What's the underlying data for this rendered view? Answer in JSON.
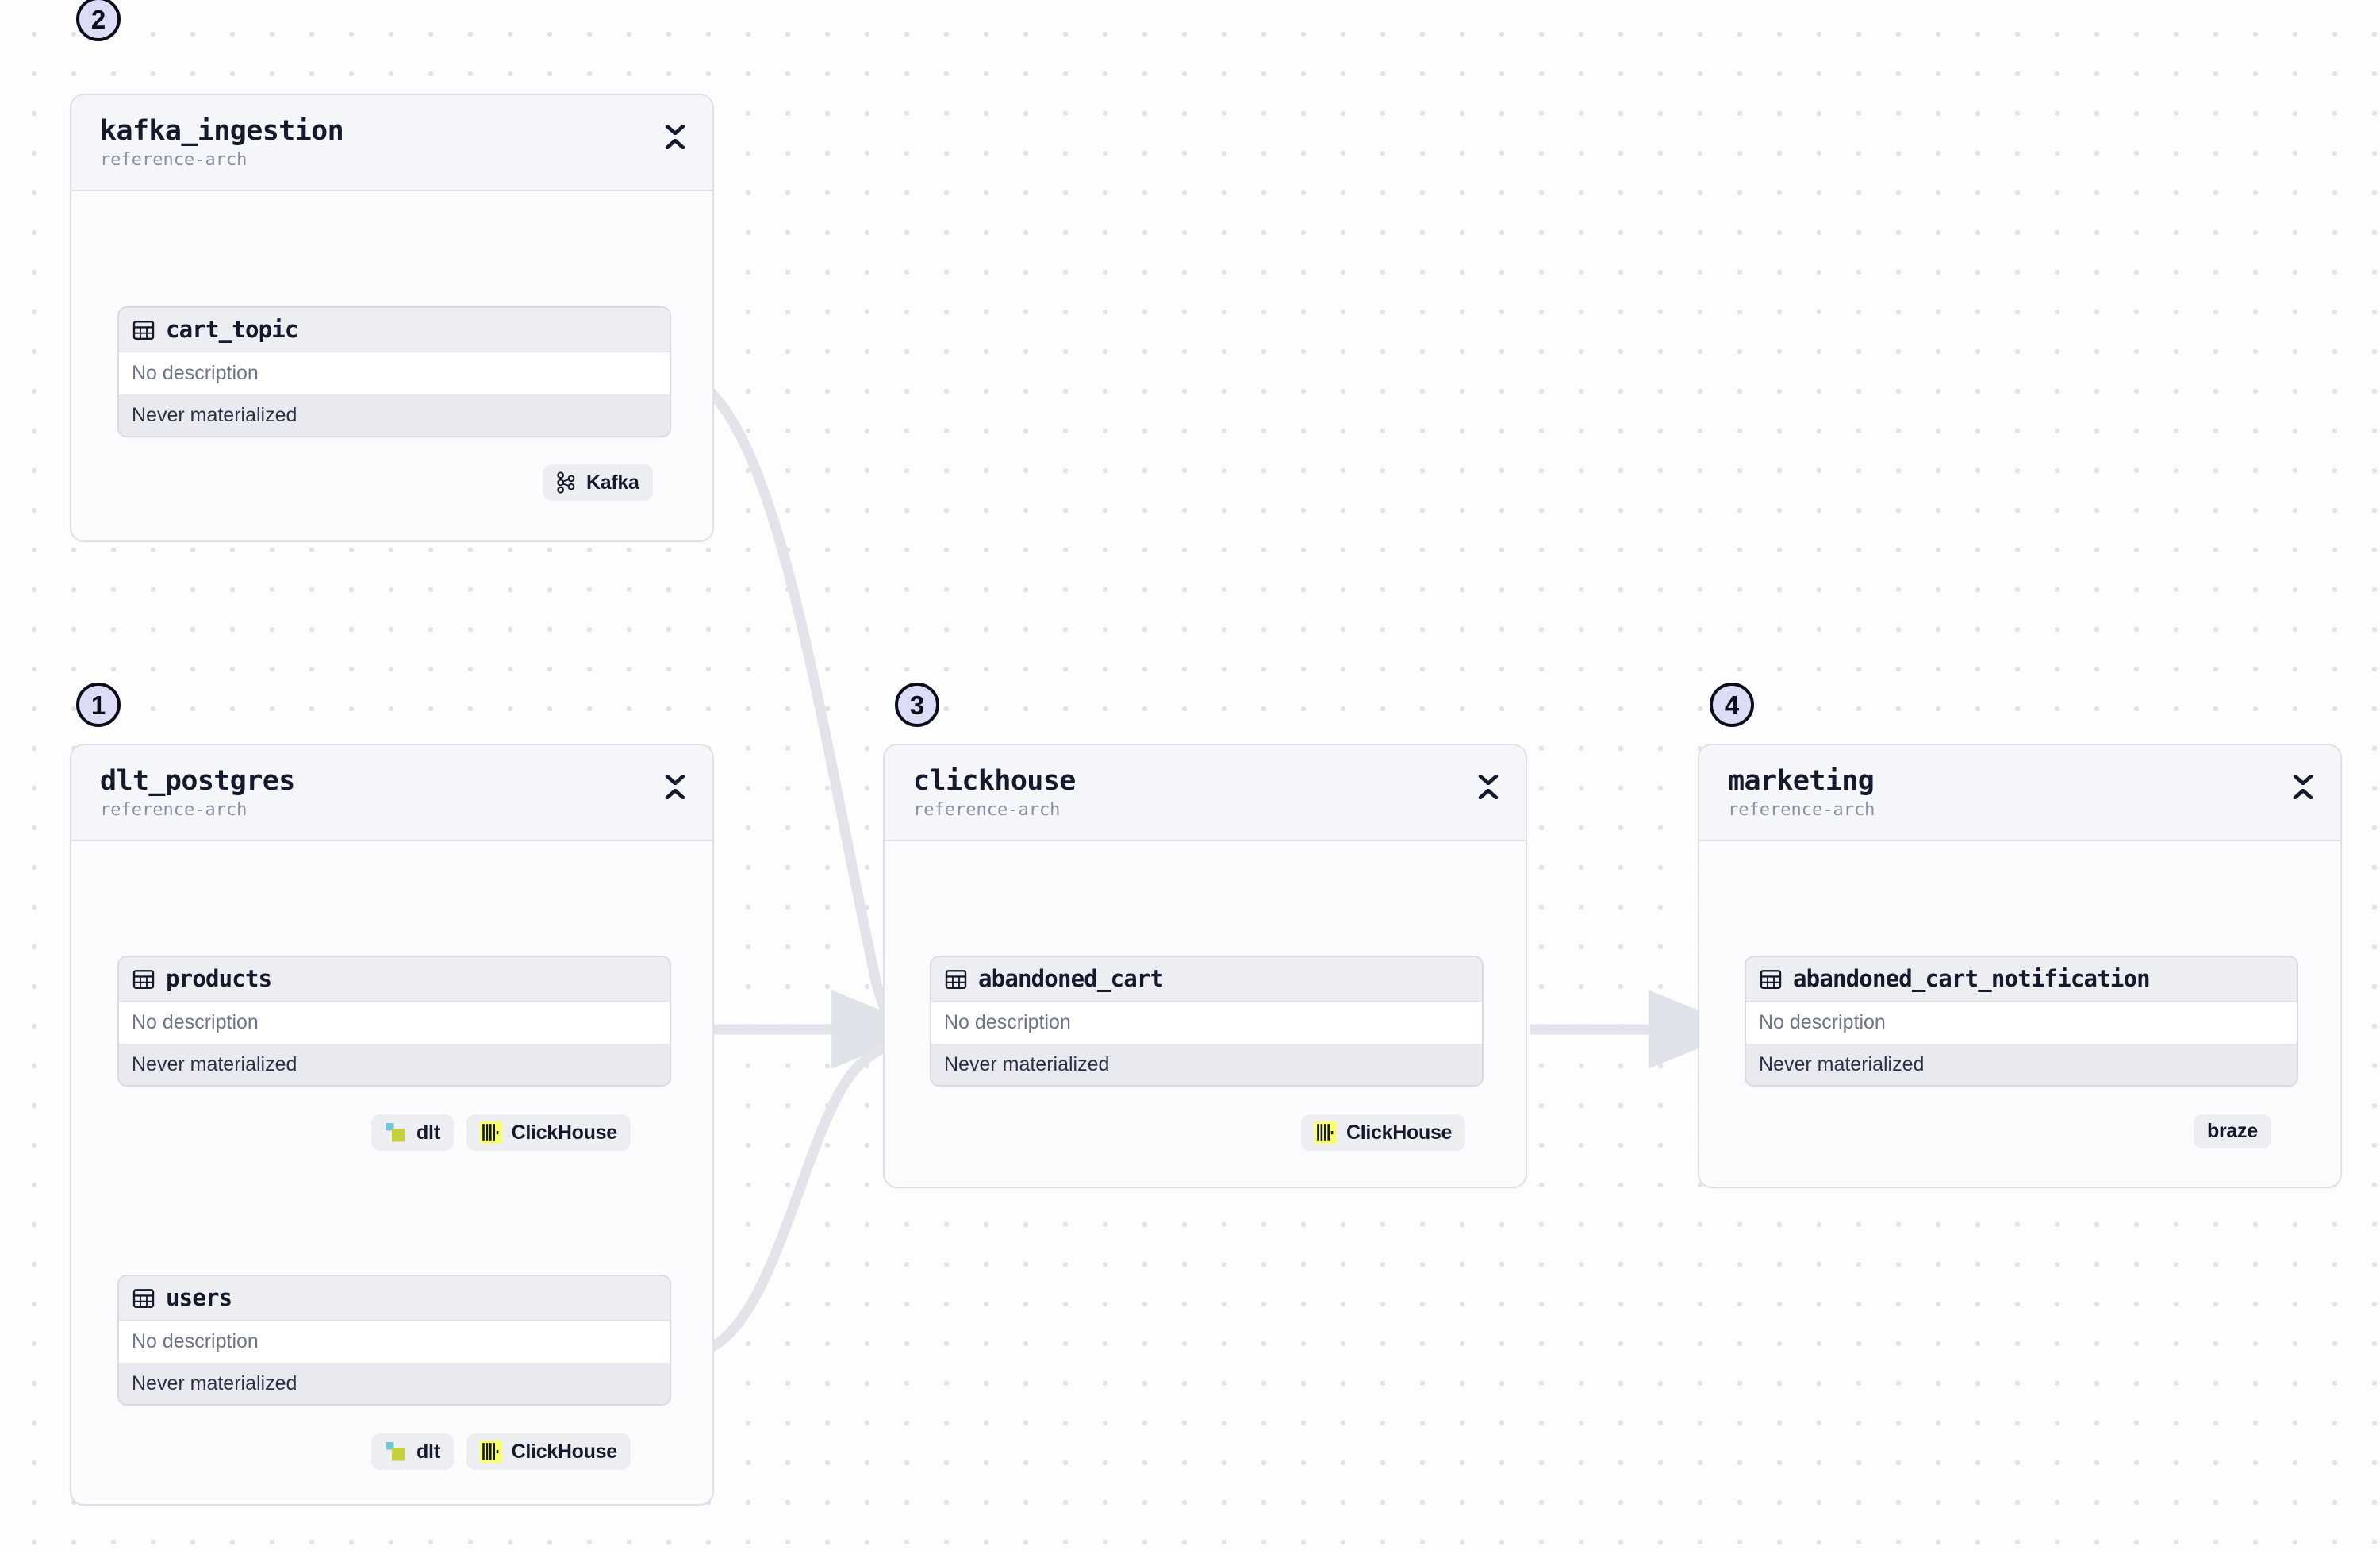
{
  "canvas": {
    "background_color": "#fdfdfe",
    "dot_grid_color": "#e2e3ea",
    "edge_color": "#e2e4ea"
  },
  "labels": {
    "no_description": "No description",
    "never_materialized": "Never materialized",
    "subtitle": "reference-arch"
  },
  "steps": [
    {
      "number": "1",
      "target": "dlt_postgres"
    },
    {
      "number": "2",
      "target": "kafka_ingestion"
    },
    {
      "number": "3",
      "target": "clickhouse"
    },
    {
      "number": "4",
      "target": "marketing"
    }
  ],
  "groups": [
    {
      "id": "kafka_ingestion",
      "title": "kafka_ingestion",
      "subtitle": "reference-arch",
      "collapse_icon": "collapse-vertical-icon",
      "tables": [
        {
          "id": "cart_topic",
          "name": "cart_topic",
          "icon": "table-icon",
          "description": "No description",
          "materialization": "Never materialized",
          "badges": [
            {
              "label": "Kafka",
              "icon": "kafka-icon"
            }
          ]
        }
      ]
    },
    {
      "id": "dlt_postgres",
      "title": "dlt_postgres",
      "subtitle": "reference-arch",
      "collapse_icon": "collapse-vertical-icon",
      "tables": [
        {
          "id": "products",
          "name": "products",
          "icon": "table-icon",
          "description": "No description",
          "materialization": "Never materialized",
          "badges": [
            {
              "label": "dlt",
              "icon": "dlt-icon"
            },
            {
              "label": "ClickHouse",
              "icon": "clickhouse-icon"
            }
          ]
        },
        {
          "id": "users",
          "name": "users",
          "icon": "table-icon",
          "description": "No description",
          "materialization": "Never materialized",
          "badges": [
            {
              "label": "dlt",
              "icon": "dlt-icon"
            },
            {
              "label": "ClickHouse",
              "icon": "clickhouse-icon"
            }
          ]
        }
      ]
    },
    {
      "id": "clickhouse",
      "title": "clickhouse",
      "subtitle": "reference-arch",
      "collapse_icon": "collapse-vertical-icon",
      "tables": [
        {
          "id": "abandoned_cart",
          "name": "abandoned_cart",
          "icon": "table-icon",
          "description": "No description",
          "materialization": "Never materialized",
          "badges": [
            {
              "label": "ClickHouse",
              "icon": "clickhouse-icon"
            }
          ]
        }
      ]
    },
    {
      "id": "marketing",
      "title": "marketing",
      "subtitle": "reference-arch",
      "collapse_icon": "collapse-vertical-icon",
      "tables": [
        {
          "id": "abandoned_cart_notification",
          "name": "abandoned_cart_notification",
          "icon": "table-icon",
          "description": "No description",
          "materialization": "Never materialized",
          "badges": [
            {
              "label": "braze",
              "icon": "none"
            }
          ]
        }
      ]
    }
  ],
  "edges": [
    {
      "from": "cart_topic",
      "to": "abandoned_cart",
      "style": "curved"
    },
    {
      "from": "products",
      "to": "abandoned_cart",
      "style": "straight"
    },
    {
      "from": "users",
      "to": "abandoned_cart",
      "style": "curved"
    },
    {
      "from": "abandoned_cart",
      "to": "abandoned_cart_notification",
      "style": "straight"
    }
  ],
  "brand_colors": {
    "step_badge_fill": "#dcdcf6",
    "clickhouse_yellow": "#faff69",
    "dlt_teal": "#6ec8dd",
    "dlt_lime": "#c6d03a"
  }
}
